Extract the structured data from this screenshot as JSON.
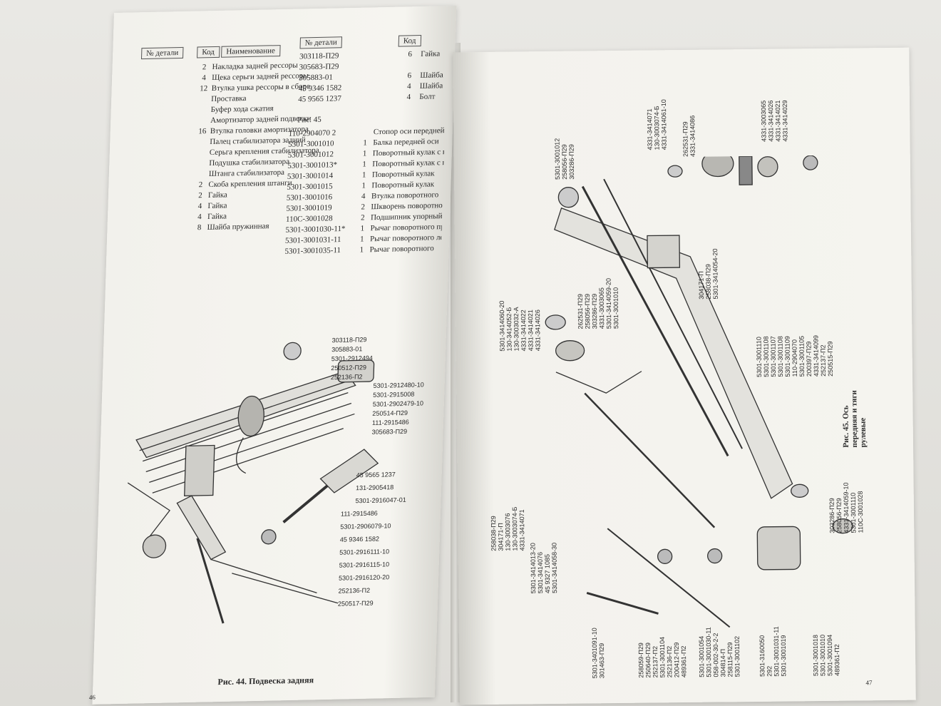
{
  "left_page": {
    "table_header": {
      "col_part_no": "№ детали",
      "col_code": "Код",
      "col_name": "Наименование"
    },
    "table_rows": [
      {
        "part": "",
        "code": "2",
        "name": "Накладка задней рессоры"
      },
      {
        "part": "",
        "code": "4",
        "name": "Щека серьги задней рессоры"
      },
      {
        "part": "",
        "code": "12",
        "name": "Втулка ушка рессоры в сборе"
      },
      {
        "part": "",
        "code": "",
        "name": "Проставка"
      },
      {
        "part": "",
        "code": "",
        "name": "Буфер хода сжатия"
      },
      {
        "part": "",
        "code": "",
        "name": "Амортизатор задней подвески"
      },
      {
        "part": "",
        "code": "16",
        "name": "Втулка головки амортизатора"
      },
      {
        "part": "",
        "code": "",
        "name": "Палец стабилизатора задний"
      },
      {
        "part": "",
        "code": "",
        "name": "Серьга крепления стабилизатора"
      },
      {
        "part": "",
        "code": "",
        "name": "Подушка стабилизатора"
      },
      {
        "part": "",
        "code": "",
        "name": "Штанга стабилизатора"
      },
      {
        "part": "",
        "code": "2",
        "name": "Скоба крепления штанги"
      },
      {
        "part": "",
        "code": "2",
        "name": "Гайка"
      },
      {
        "part": "",
        "code": "4",
        "name": "Гайка"
      },
      {
        "part": "",
        "code": "4",
        "name": "Гайка"
      },
      {
        "part": "",
        "code": "8",
        "name": "Шайба пружинная"
      }
    ],
    "right_table_header": {
      "col_part_no": "№ детали",
      "col_code": "Код"
    },
    "right_table_rows": [
      {
        "part": "303118-П29",
        "code": "6",
        "name": "Гайка"
      },
      {
        "part": "305683-П29",
        "code": "",
        "name": ""
      },
      {
        "part": "305883-01",
        "code": "6",
        "name": "Шайба"
      },
      {
        "part": "45 9346 1582",
        "code": "4",
        "name": "Шайба"
      },
      {
        "part": "45 9565 1237",
        "code": "4",
        "name": "Болт"
      }
    ],
    "fig45_heading": "Рис. 45",
    "fig45_rows": [
      {
        "part": "110-2904070 2",
        "qty": "",
        "name": "Стопор оси передней"
      },
      {
        "part": "5301-3001010",
        "qty": "1",
        "name": "Балка передней оси"
      },
      {
        "part": "5301-3001012",
        "qty": "1",
        "name": "Поворотный кулак с втулками в сборе"
      },
      {
        "part": "5301-3001013*",
        "qty": "1",
        "name": "Поворотный кулак с втулками в сборе"
      },
      {
        "part": "5301-3001014",
        "qty": "1",
        "name": "Поворотный кулак"
      },
      {
        "part": "5301-3001015",
        "qty": "1",
        "name": "Поворотный кулак"
      },
      {
        "part": "5301-3001016",
        "qty": "4",
        "name": "Втулка поворотного"
      },
      {
        "part": "5301-3001019",
        "qty": "2",
        "name": "Шкворень поворотного"
      },
      {
        "part": "110С-3001028",
        "qty": "2",
        "name": "Подшипник упорный"
      },
      {
        "part": "5301-3001030-11*",
        "qty": "1",
        "name": "Рычаг поворотного правый"
      },
      {
        "part": "5301-3001031-11",
        "qty": "1",
        "name": "Рычаг поворотного левый"
      },
      {
        "part": "5301-3001035-11",
        "qty": "1",
        "name": "Рычаг поворотного"
      }
    ],
    "diagram_labels": [
      "303118-П29",
      "305883-01",
      "5301-2912494",
      "250512-П29",
      "252136-П2",
      "5301-2912480-10",
      "5301-2915008",
      "5301-2902479-10",
      "250514-П29",
      "111-2915486",
      "305683-П29",
      "45 9565 1237",
      "131-2905418",
      "5301-2916047-01",
      "111-2915486",
      "5301-2906079-10",
      "45 9346 1582",
      "5301-2916111-10",
      "5301-2916115-10",
      "5301-2916120-20",
      "252136-П2",
      "250517-П29"
    ],
    "caption": "Рис. 44. Подвеска задняя",
    "page_number": "46"
  },
  "right_page": {
    "caption": "Рис. 45. Ось передняя и тяги рулевые",
    "top_list_a": [
      "5301-3001012",
      "258056-П29",
      "303286-П29"
    ],
    "top_list_b": [
      "4331-3414071",
      "130-3003074-Б",
      "4331-3414061-10"
    ],
    "top_list_c": [
      "262531-П29",
      "4331-3414086"
    ],
    "top_list_d": [
      "4331-3003065",
      "4331-3414026",
      "4331-3414021",
      "4331-3414029"
    ],
    "mid_list_a": [
      "5301-3414060-20",
      "130-3414052-Б",
      "130-3003032-А",
      "4331-3414022",
      "4331-3414021",
      "4331-3414026"
    ],
    "mid_list_b": [
      "262531-П29",
      "258056-П29",
      "303286-П29",
      "4331-3003065",
      "5301-3414059-20",
      "5301-3001010"
    ],
    "mid_list_c": [
      "304171-П",
      "258038-П29",
      "5301-3414054-20"
    ],
    "side_list": [
      "5301-3001110",
      "5301-3001108",
      "5301-3001107",
      "5301-3001108",
      "5301-3001109",
      "110-2904070",
      "5301-3001105",
      "200397-П29",
      "4331-3414099",
      "252137-П2",
      "250515-П29"
    ],
    "low_list_a": [
      "258038-П29",
      "304171-П",
      "130-3003076",
      "130-3003074-Б",
      "4331-3414071"
    ],
    "low_list_b": [
      "5301-3414013-20",
      "5301-3414076",
      "45 9327 1085",
      "5301-3414058-30"
    ],
    "bottom_list_a": [
      "5301-3401091-10",
      "301463-П29"
    ],
    "bottom_list_b": [
      "258059-П29",
      "250640-П29",
      "252137-П2",
      "5301-3001104",
      "252136-П2",
      "200412-П29",
      "489361-П2"
    ],
    "bottom_list_c": [
      "5301-3001054",
      "5301-3001030-11",
      "058-002-30-2-2",
      "304814-П",
      "258115-П29",
      "5301-3001102"
    ],
    "bottom_list_d": [
      "5301-3160050",
      "292",
      "5301-3001031-11",
      "5301-3001019"
    ],
    "bottom_list_e": [
      "5301-3001018",
      "5301-3001010",
      "5301-3001094",
      "489361-П2"
    ],
    "right_side_list": [
      "303286-П29",
      "258056-П29",
      "4331-3414059-10",
      "5301-3001110",
      "110С-3001028"
    ],
    "page_number": "47"
  }
}
